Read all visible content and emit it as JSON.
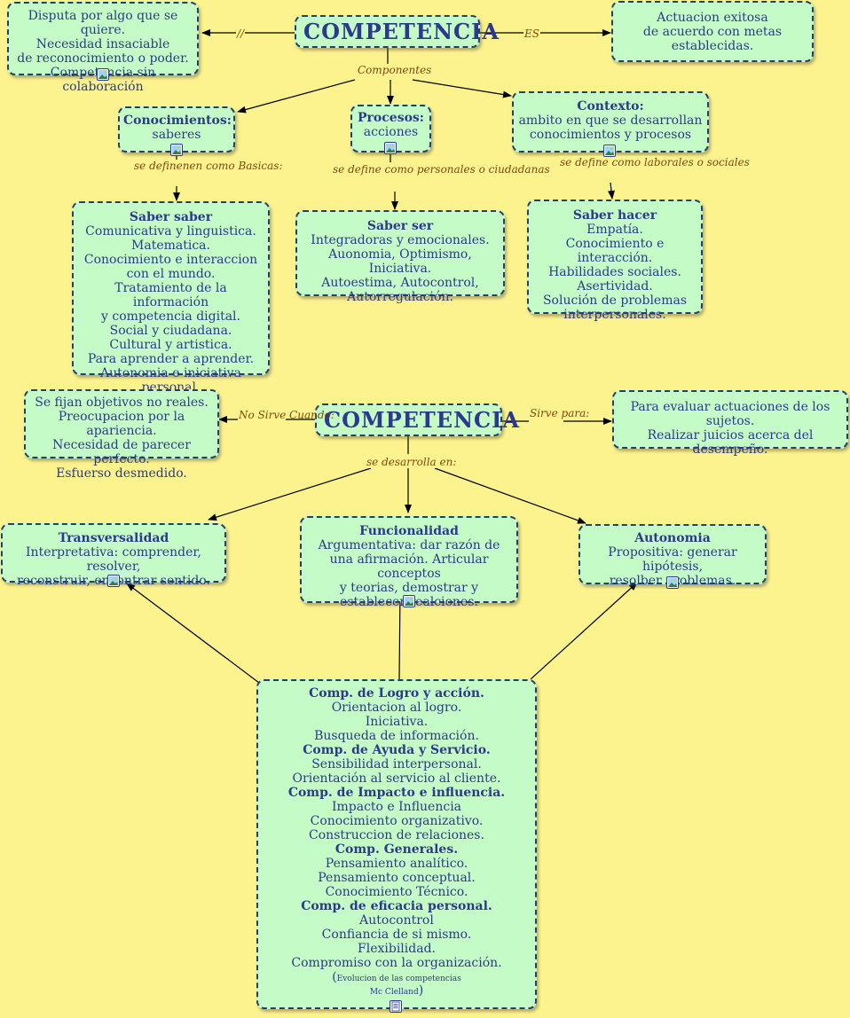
{
  "n_comp1": "COMPETENCIA",
  "n_left1": [
    "Disputa por algo que se quiere.",
    "Necesidad insaciable",
    "de reconocimiento o poder.",
    "Competencia sin colaboración"
  ],
  "n_right1": [
    "Actuacion exitosa",
    "de acuerdo con metas",
    "establecidas."
  ],
  "n_conoc": {
    "title": "Conocimientos:",
    "text": "saberes"
  },
  "n_proc": {
    "title": "Procesos:",
    "text": "acciones"
  },
  "n_ctx": {
    "title": "Contexto:",
    "lines": [
      "ambito en que se desarrollan",
      "conocimientos y procesos"
    ]
  },
  "n_saber_saber": {
    "title": "Saber saber",
    "lines": [
      "Comunicativa y linguistica.",
      "Matematica.",
      "Conocimiento e interaccion",
      "con el mundo.",
      "Tratamiento de la información",
      "y competencia digital.",
      "Social y ciudadana.",
      "Cultural y artistica.",
      "Para aprender a aprender.",
      "Autonomia e iniciativa personal."
    ]
  },
  "n_saber_ser": {
    "title": "Saber ser",
    "lines": [
      "Integradoras y emocionales.",
      "Auonomia, Optimismo, Iniciativa.",
      "Autoestima, Autocontrol,",
      "Autorregulación."
    ]
  },
  "n_saber_hacer": {
    "title": "Saber hacer",
    "lines": [
      "Empatía.",
      "Conocimiento e interacción.",
      "Habilidades sociales.",
      "Asertividad.",
      "Solución de problemas",
      "interpersonales."
    ]
  },
  "n_comp2": "COMPETENCIA",
  "n_left2": [
    "Se fijan objetivos no reales.",
    "Preocupacion por la apariencia.",
    "Necesidad de parecer perfecto.",
    "Esfuerso desmedido."
  ],
  "n_right2": [
    "Para evaluar actuaciones de los sujetos.",
    "Realizar juicios acerca del desempeño."
  ],
  "n_trans": {
    "title": "Transversalidad",
    "lines": [
      "Interpretativa: comprender, resolver,",
      "reconstruir, encontrar sentido."
    ]
  },
  "n_func": {
    "title": "Funcionalidad",
    "lines": [
      "Argumentativa: dar razón de",
      "una afirmación. Articular conceptos",
      "y teorias, demostrar y",
      "establecer realciones."
    ]
  },
  "n_auto": {
    "title": "Autonomia",
    "lines": [
      "Propositiva: generar hipótesis,",
      "resolber problemas."
    ]
  },
  "n_bottom": {
    "groups": [
      {
        "title": "Comp. de Logro y acción.",
        "lines": [
          "Orientacion al logro.",
          "Iniciativa.",
          "Busqueda de información."
        ]
      },
      {
        "title": "Comp. de Ayuda y Servicio.",
        "lines": [
          "Sensibilidad interpersonal.",
          "Orientación al servicio al cliente."
        ]
      },
      {
        "title": "Comp. de Impacto e influencia.",
        "lines": [
          "Impacto e Influencia",
          "Conocimiento organizativo.",
          "Construccion de relaciones."
        ]
      },
      {
        "title": "Comp. Generales.",
        "lines": [
          "Pensamiento analítico.",
          "Pensamiento conceptual.",
          "Conocimiento Técnico."
        ]
      },
      {
        "title": "Comp. de eficacia personal.",
        "lines": [
          "Autocontrol",
          "Confiancia de si mismo.",
          "Flexibilidad.",
          "Compromiso con la organización."
        ]
      }
    ],
    "note1": "Evolucion de las competencias",
    "note2": "Mc Clelland",
    "paren_open": "(",
    "paren_close": ")"
  },
  "labels": {
    "e_slash": "//",
    "e_es": "ES",
    "e_componentes": "Componentes",
    "e_basicas": [
      "se definenen",
      "como Basicas:"
    ],
    "e_personales": [
      "se define como",
      "personales o ciudadanas"
    ],
    "e_laborales": [
      "se define como",
      "laborales o sociales"
    ],
    "e_nosirve": [
      "No Sirve",
      "Cuando:"
    ],
    "e_sirve": [
      "Sirve",
      "para:"
    ],
    "e_desarrolla": "se desarrolla en:"
  },
  "colors": {
    "background": "#fdf38e",
    "node_fill": "#c5fbc6",
    "node_border": "#23406a",
    "text": "#2b3a8c",
    "label": "#7a4a10"
  }
}
